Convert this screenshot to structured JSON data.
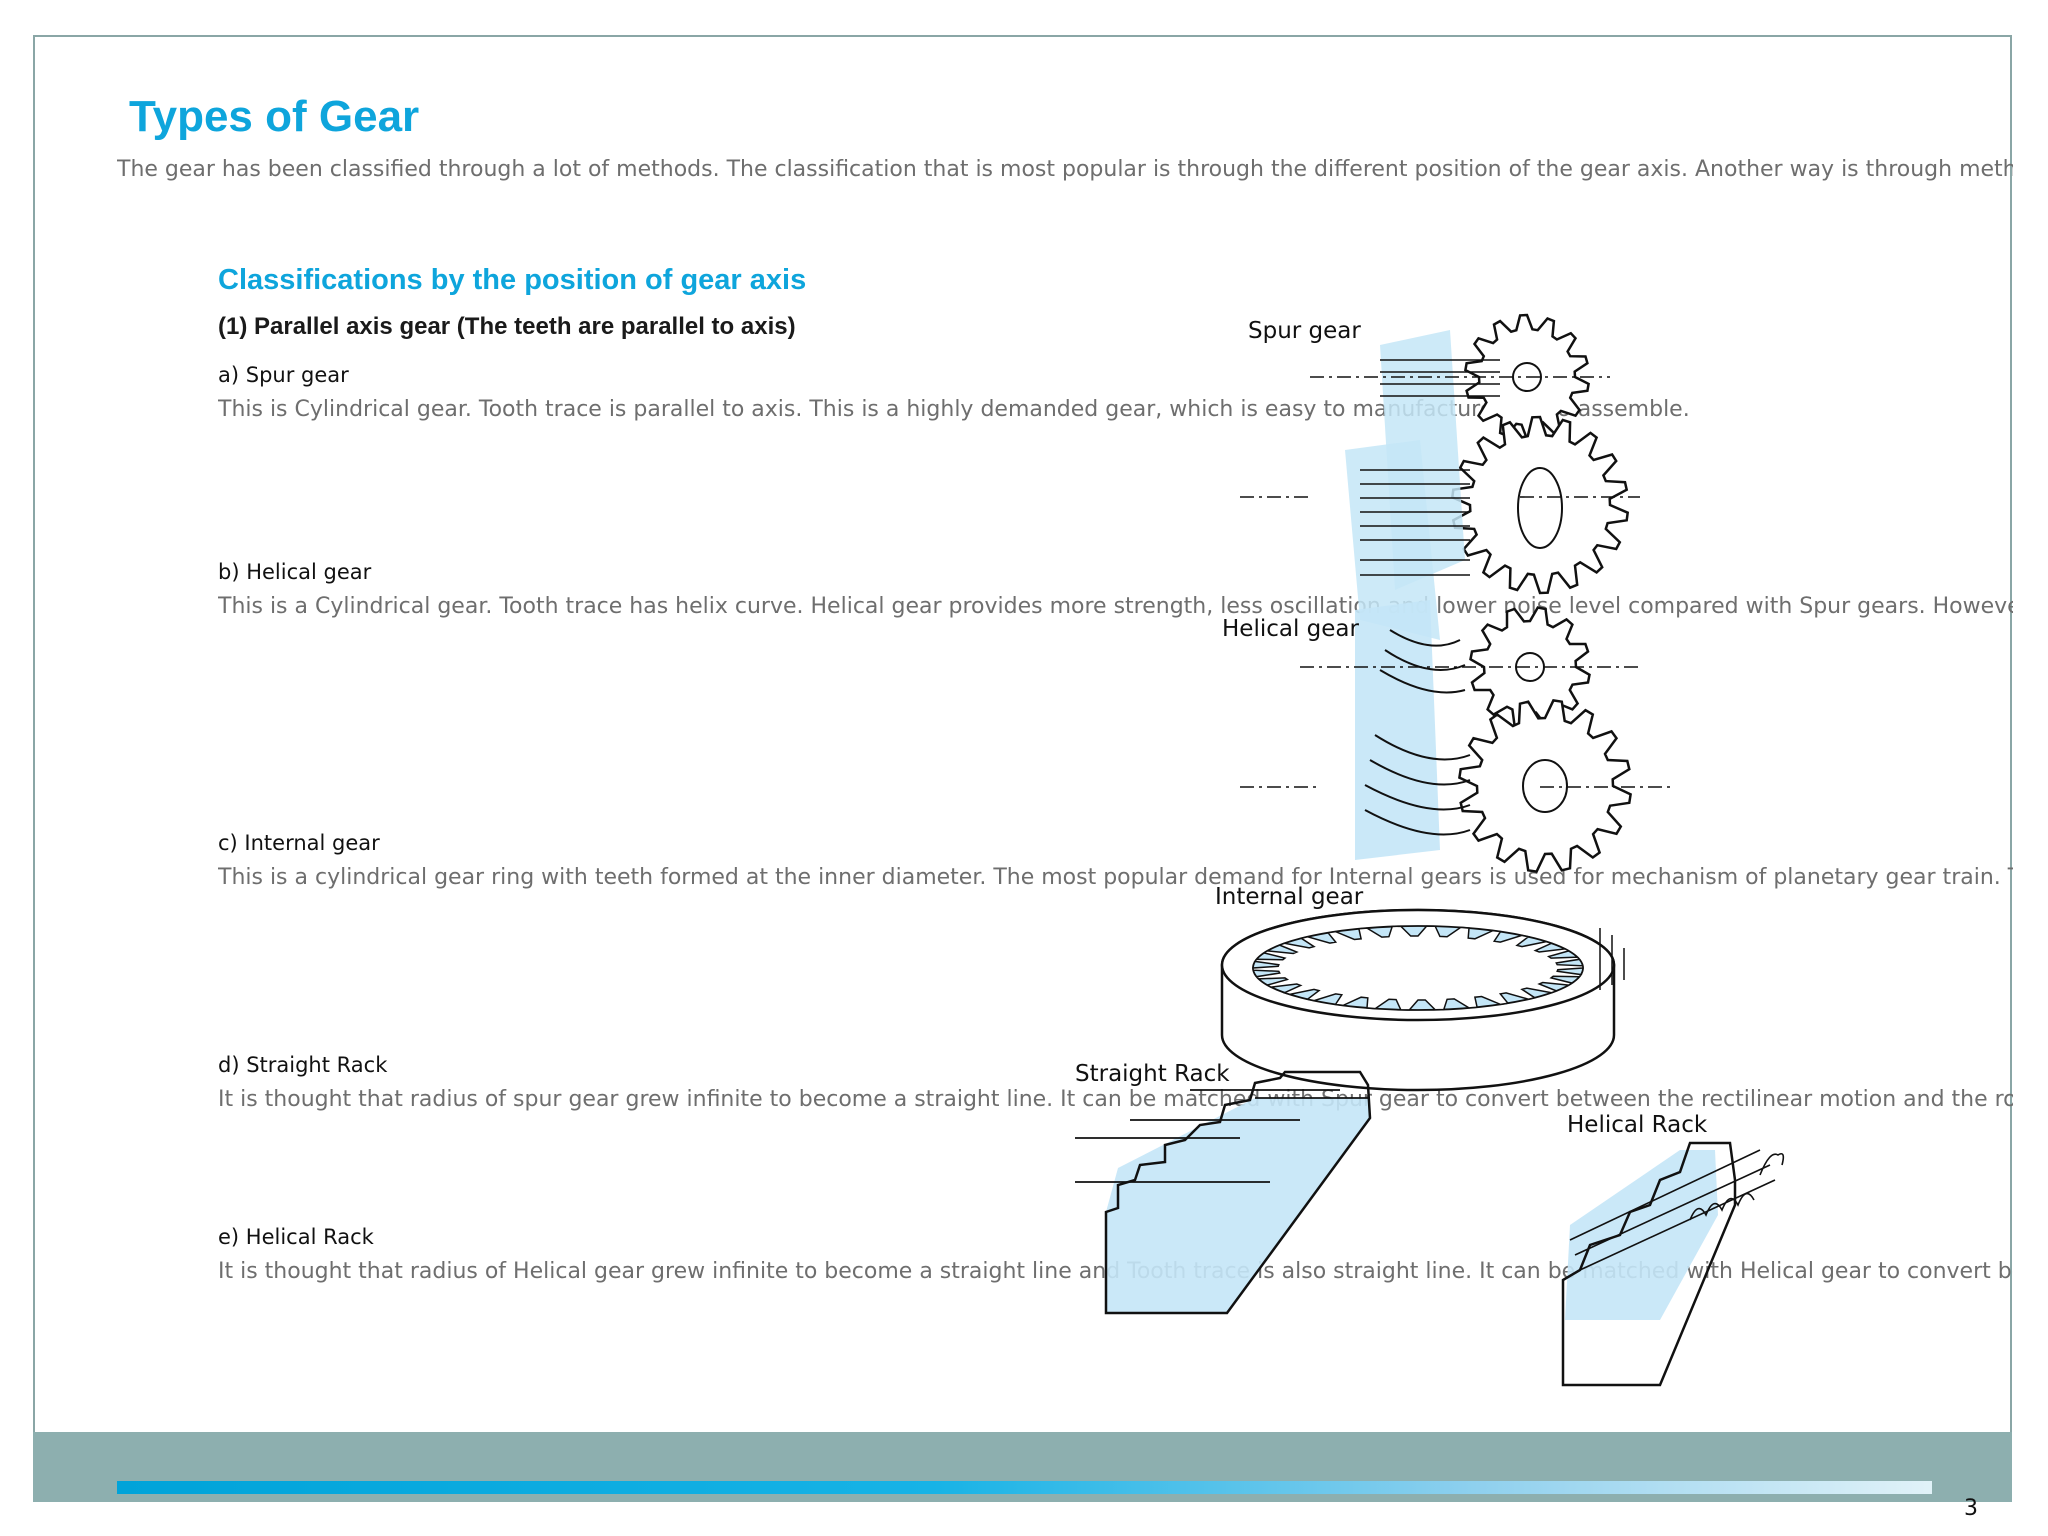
{
  "title": "Types of Gear",
  "intro": "The gear has been classified through a lot of methods. The classification that is most popular is through the different  position of the gear axis. Another way is through method of",
  "section": {
    "heading": "Classifications by the position of gear axis",
    "subheading": "(1) Parallel axis gear (The teeth are parallel to axis)"
  },
  "items": [
    {
      "title": "a) Spur gear",
      "text": "This is Cylindrical gear. Tooth trace is parallel to axis.  This is a highly demanded gear, which is easy to manufacture and to assemble."
    },
    {
      "title": "b) Helical gear",
      "text": "This is a Cylindrical gear. Tooth trace has helix curve.  Helical gear provides more strength, less oscillation and lower noise level compared with Spur gears.  However H"
    },
    {
      "title": "c) Internal gear",
      "text": "This is a cylindrical gear ring with teeth formed at the  inner diameter. The most popular demand for Internal  gears is used for mechanism of planetary gear train.  Ther"
    },
    {
      "title": "d) Straight Rack",
      "text": "It is thought that radius of spur gear grew infinite to  become a straight line. It can be matched with Spur gear to convert between the rectilinear motion and  the rotary"
    },
    {
      "title": "e) Helical Rack",
      "text": "It is thought that radius of Helical gear grew infinite to  become a straight line and Tooth trace is also straight  line. It can be matched with Helical gear to convert  betw"
    }
  ],
  "figure_labels": {
    "spur": "Spur gear",
    "helical": "Helical gear",
    "internal": "Internal gear",
    "straight_rack": "Straight Rack",
    "helical_rack": "Helical Rack"
  },
  "page_number": "3",
  "colors": {
    "accent": "#0ea5dc",
    "gear_fill": "#c4e6f7",
    "footer": "#8dafaf",
    "body_text": "#6e6e6e"
  }
}
